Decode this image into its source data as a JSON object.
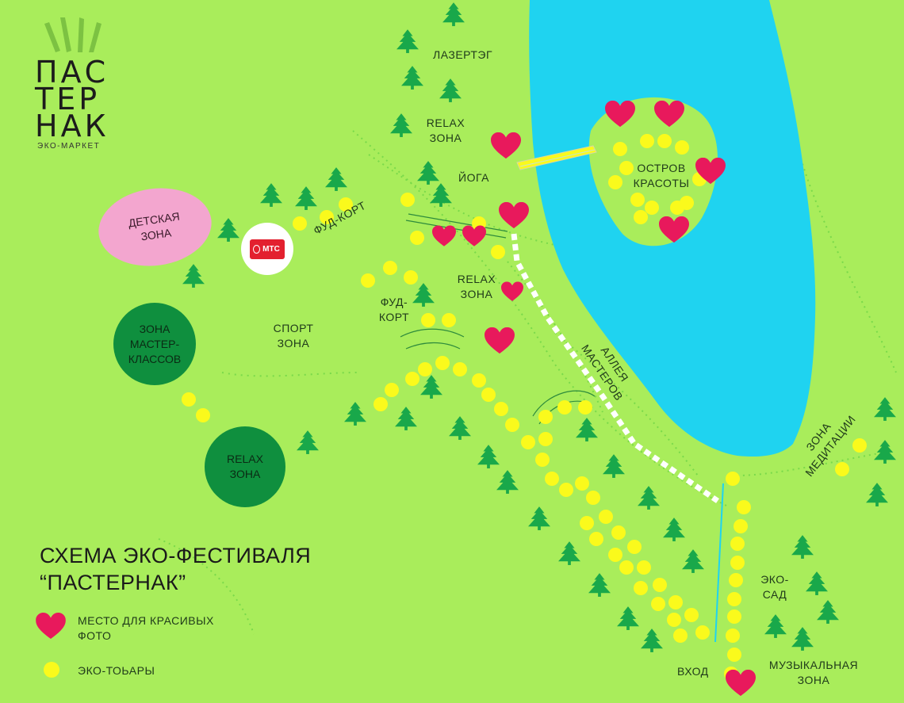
{
  "logo": {
    "lines": [
      "ПАС",
      "ТЕР",
      "НАК"
    ],
    "subtitle": "ЭКО-МАРКЕТ",
    "brand_color": "#7cc242"
  },
  "title": {
    "line1": "СХЕМА ЭКО-ФЕСТИВАЛЯ",
    "line2": "“ПАСТЕРНАК”"
  },
  "legend": {
    "heart_label_1": "МЕСТО ДЛЯ КРАСИВЫХ",
    "heart_label_2": "ФОТО",
    "dot_label": "ЭКО-ТОЬАРЫ"
  },
  "zones": {
    "kids": {
      "line1": "ДЕТСКАЯ",
      "line2": "ЗОНА"
    },
    "masterclass": {
      "line1": "ЗОНА",
      "line2": "МАСТЕР-",
      "line3": "КЛАССОВ"
    },
    "relax_big": {
      "line1": "RELAX",
      "line2": "ЗОНА"
    },
    "sponsor": "МТС"
  },
  "labels": {
    "lasertag": "ЛАЗЕРТЭГ",
    "relax_top_1": "RELAX",
    "relax_top_2": "ЗОНА",
    "yoga": "ЙОГА",
    "foodcourt_top": "ФУД-КОРТ",
    "relax_mid_1": "RELAX",
    "relax_mid_2": "ЗОНА",
    "foodcourt_mid_1": "ФУД-",
    "foodcourt_mid_2": "КОРТ",
    "sport_1": "СПОРТ",
    "sport_2": "ЗОНА",
    "island_1": "ОСТРОВ",
    "island_2": "КРАСОТЫ",
    "alley_1": "АЛЛЕЯ",
    "alley_2": "МАСТЕРОВ",
    "meditation_1": "ЗОНА",
    "meditation_2": "МЕДИТАЦИИ",
    "eco_garden_1": "ЭКО-",
    "eco_garden_2": "САД",
    "entrance": "ВХОД",
    "music_1": "МУЗЫКАЛЬНАЯ",
    "music_2": "ЗОНА"
  },
  "colors": {
    "grass": "#a9ed5b",
    "water": "#1fd3f0",
    "tree": "#19a84a",
    "goods_dot": "#fafa1c",
    "photo_heart": "#e8195c",
    "kids_zone": "#f3a6cf",
    "zone_dark": "#0f8f3e",
    "sponsor_red": "#e3202f"
  }
}
